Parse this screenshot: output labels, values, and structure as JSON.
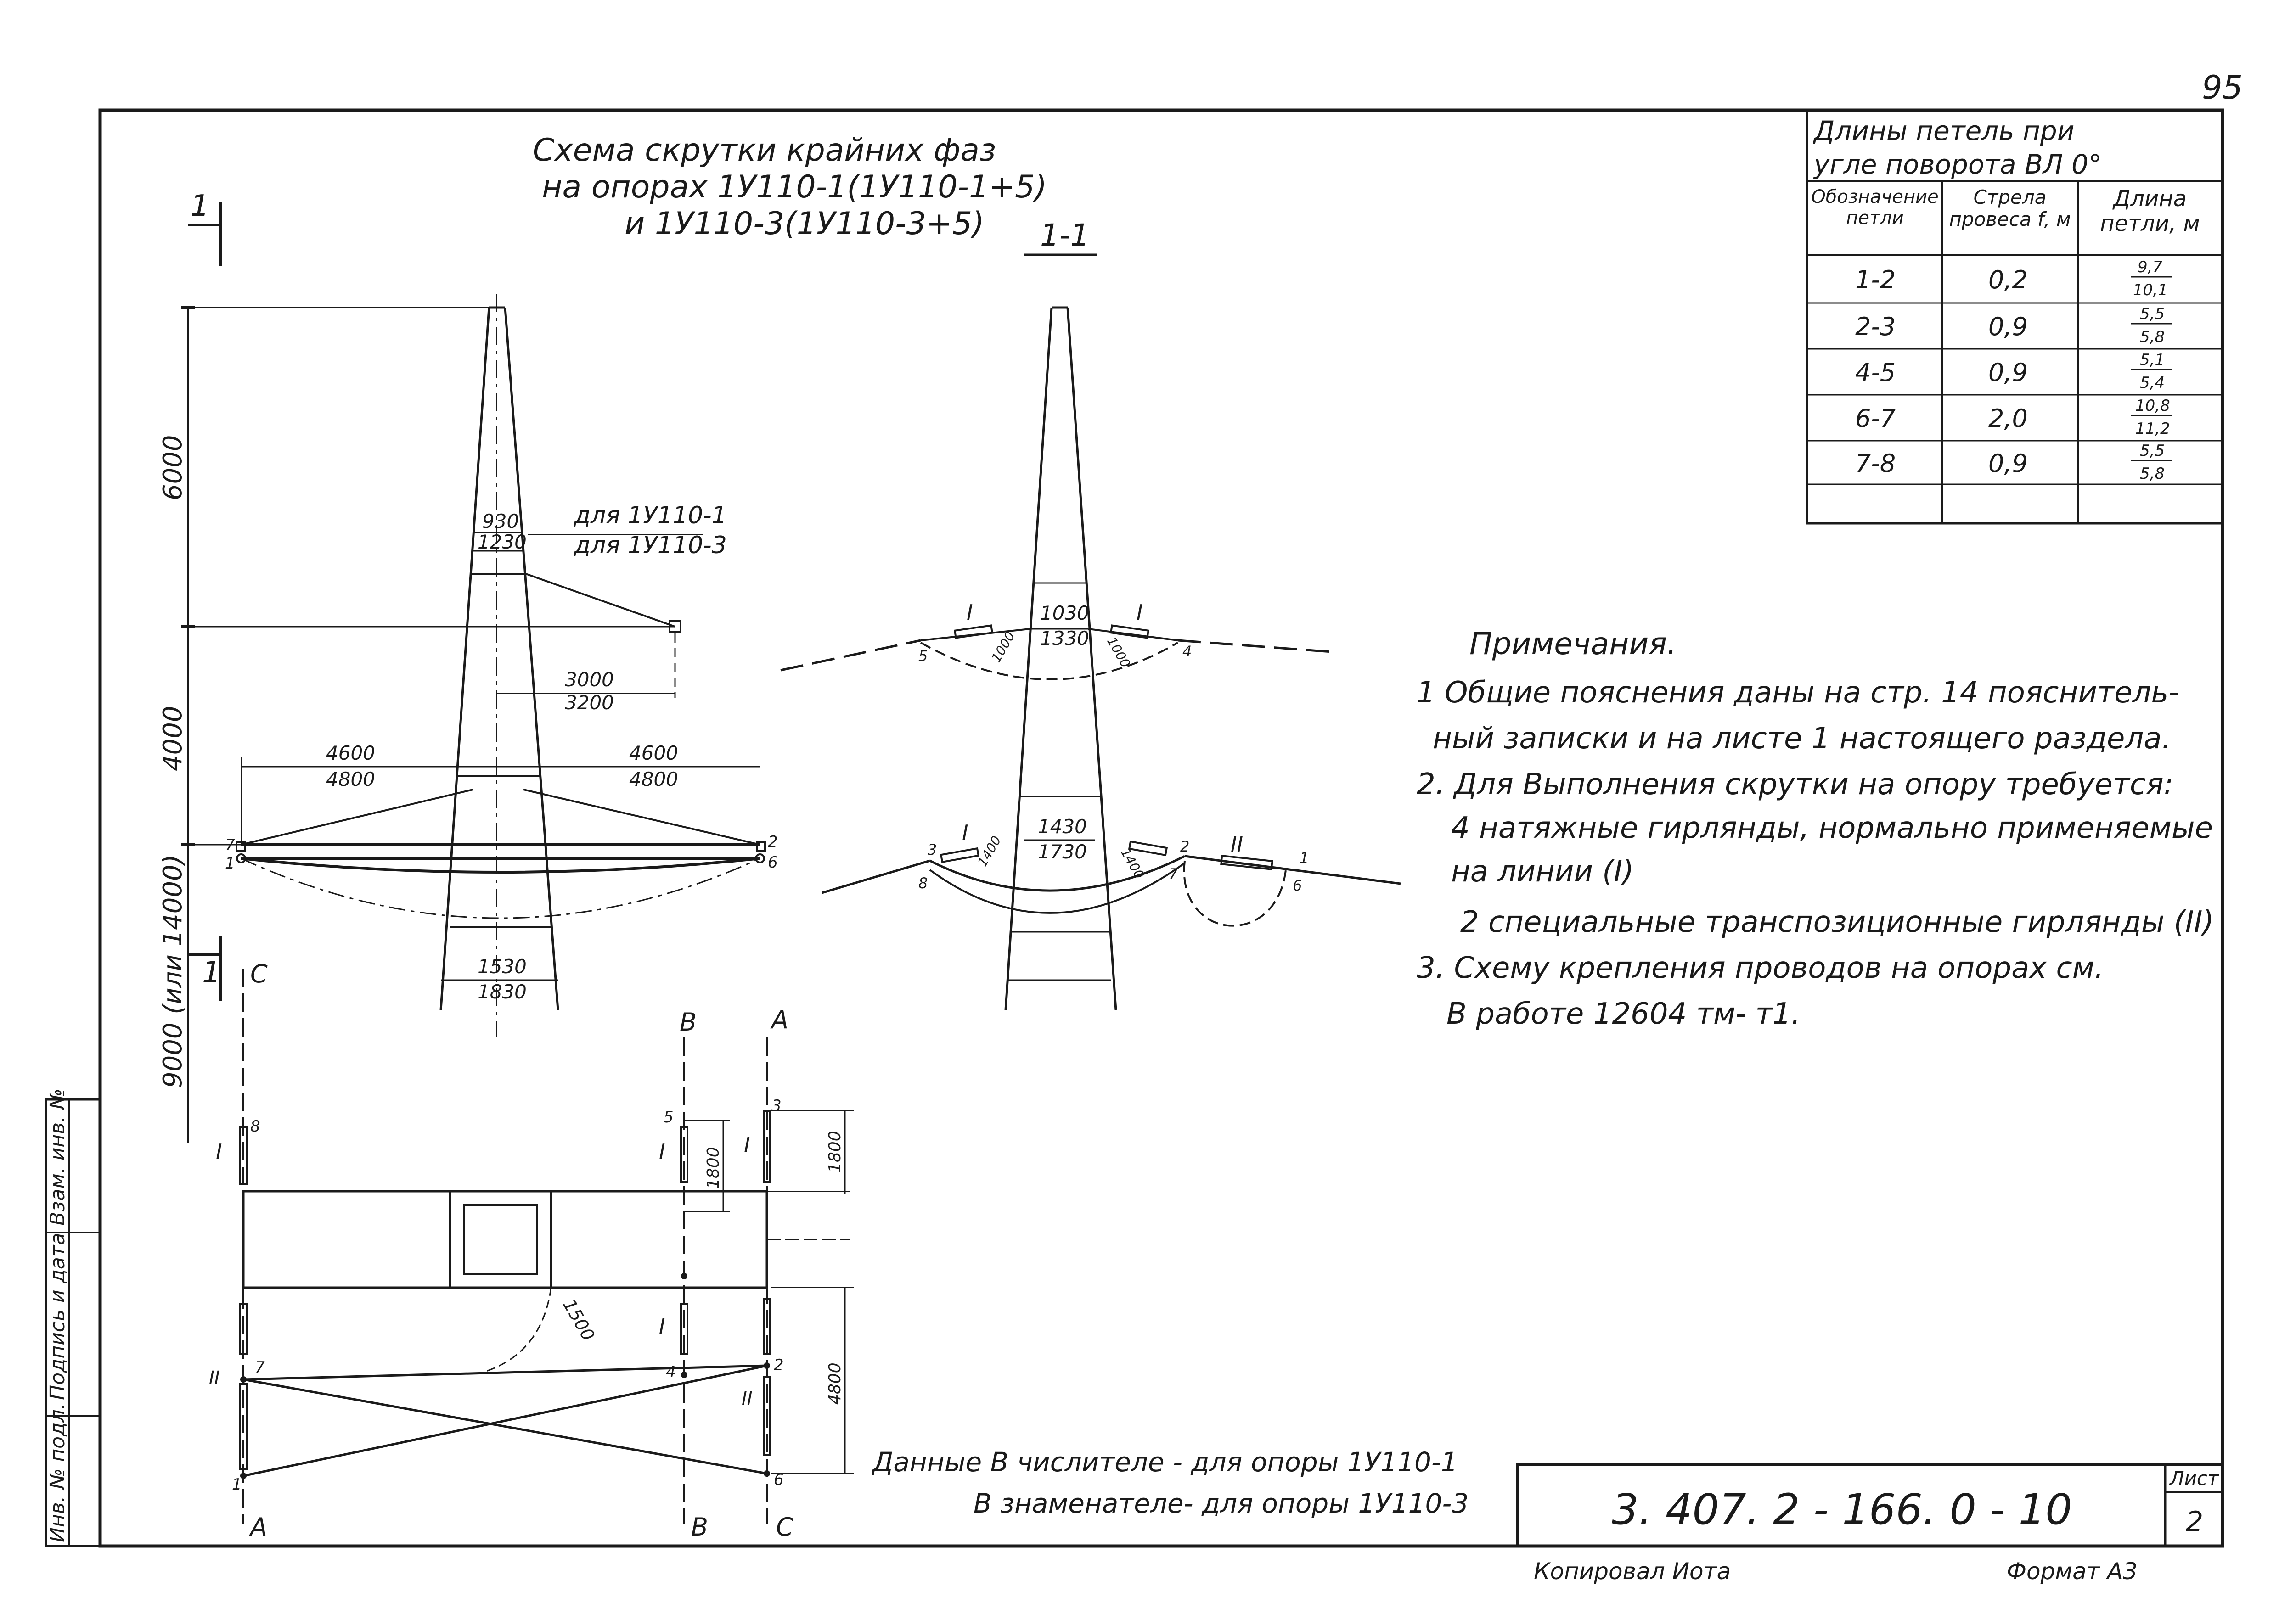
{
  "page_number": "95",
  "title": {
    "line1": "Схема   скрутки   крайних   фаз",
    "line2": "на   опорах  1У110-1(1У110-1+5)",
    "line3": "и   1У110-3(1У110-3+5)"
  },
  "section_marker": "1",
  "section_title": "1-1",
  "elevation": {
    "dim_6000": "6000",
    "dim_4000": "4000",
    "dim_9000": "9000 (или 14000)",
    "top_width_num": "930",
    "top_width_den": "1230",
    "for_1": "для  1У110-1",
    "for_3": "для  1У110-3",
    "arm_num": "3000",
    "arm_den": "3200",
    "span_left_num": "4600",
    "span_left_den": "4800",
    "span_right_num": "4600",
    "span_right_den": "4800",
    "base_num": "1530",
    "base_den": "1830",
    "p7": "7",
    "p1": "1",
    "p2": "2",
    "p6": "6"
  },
  "section": {
    "top_num": "1030",
    "top_den": "1330",
    "mid_num": "1430",
    "mid_den": "1730",
    "loop_upper": "1000",
    "loop_lower": "1400",
    "ins_I": "I",
    "ins_II": "II",
    "pts": [
      "5",
      "4",
      "3",
      "8",
      "2",
      "7",
      "1",
      "6"
    ]
  },
  "plan": {
    "phase_C": "C",
    "phase_B": "B",
    "phase_A": "A",
    "dim_1800_a": "1800",
    "dim_1800_b": "1800",
    "dim_4800": "4800",
    "dim_1500": "1500",
    "ins_I": "I",
    "ins_II": "II",
    "pts": [
      "8",
      "5",
      "3",
      "7",
      "4",
      "2",
      "1",
      "6"
    ]
  },
  "table": {
    "title_line1": "Длины      петель      при",
    "title_line2": "угле     поворота  ВЛ  0°",
    "headers": [
      "Обозначение петли",
      "Стрела провеса f, м",
      "Длина петли, м"
    ],
    "rows": [
      {
        "loop": "1-2",
        "sag": "0,2",
        "len_num": "9,7",
        "len_den": "10,1"
      },
      {
        "loop": "2-3",
        "sag": "0,9",
        "len_num": "5,5",
        "len_den": "5,8"
      },
      {
        "loop": "4-5",
        "sag": "0,9",
        "len_num": "5,1",
        "len_den": "5,4"
      },
      {
        "loop": "6-7",
        "sag": "2,0",
        "len_num": "10,8",
        "len_den": "11,2"
      },
      {
        "loop": "7-8",
        "sag": "0,9",
        "len_num": "5,5",
        "len_den": "5,8"
      }
    ]
  },
  "notes": {
    "heading": "Примечания.",
    "lines": [
      "1 Общие пояснения даны на стр. 14   пояснитель-",
      "ный   записки   и на  листе 1  настоящего  раздела.",
      "2. Для   Выполнения    скрутки   на опору требуется:",
      "4  натяжные   гирлянды, нормально  применяемые",
      "на   линии   (I)",
      "2   специальные   транспозиционные   гирлянды (II)",
      "3. Схему   крепления   проводов  на опорах  см.",
      "В работе   12604 тм- т1."
    ]
  },
  "data_note": {
    "line1": "Данные В числителе -  для  опоры   1У110-1",
    "line2": "В знаменателе-  для  опоры   1У110-3"
  },
  "stamp": {
    "code": "3. 407. 2 - 166. 0 - 10",
    "sheet_label": "Лист",
    "sheet_no": "2"
  },
  "side_stamp": {
    "inv_orig": "Инв. № подл.",
    "sign_date": "Подпись и дата",
    "replace_inv": "Взам. инв. №"
  },
  "footer": {
    "copied": "Копировал  Иота",
    "format": "Формат  А3"
  }
}
